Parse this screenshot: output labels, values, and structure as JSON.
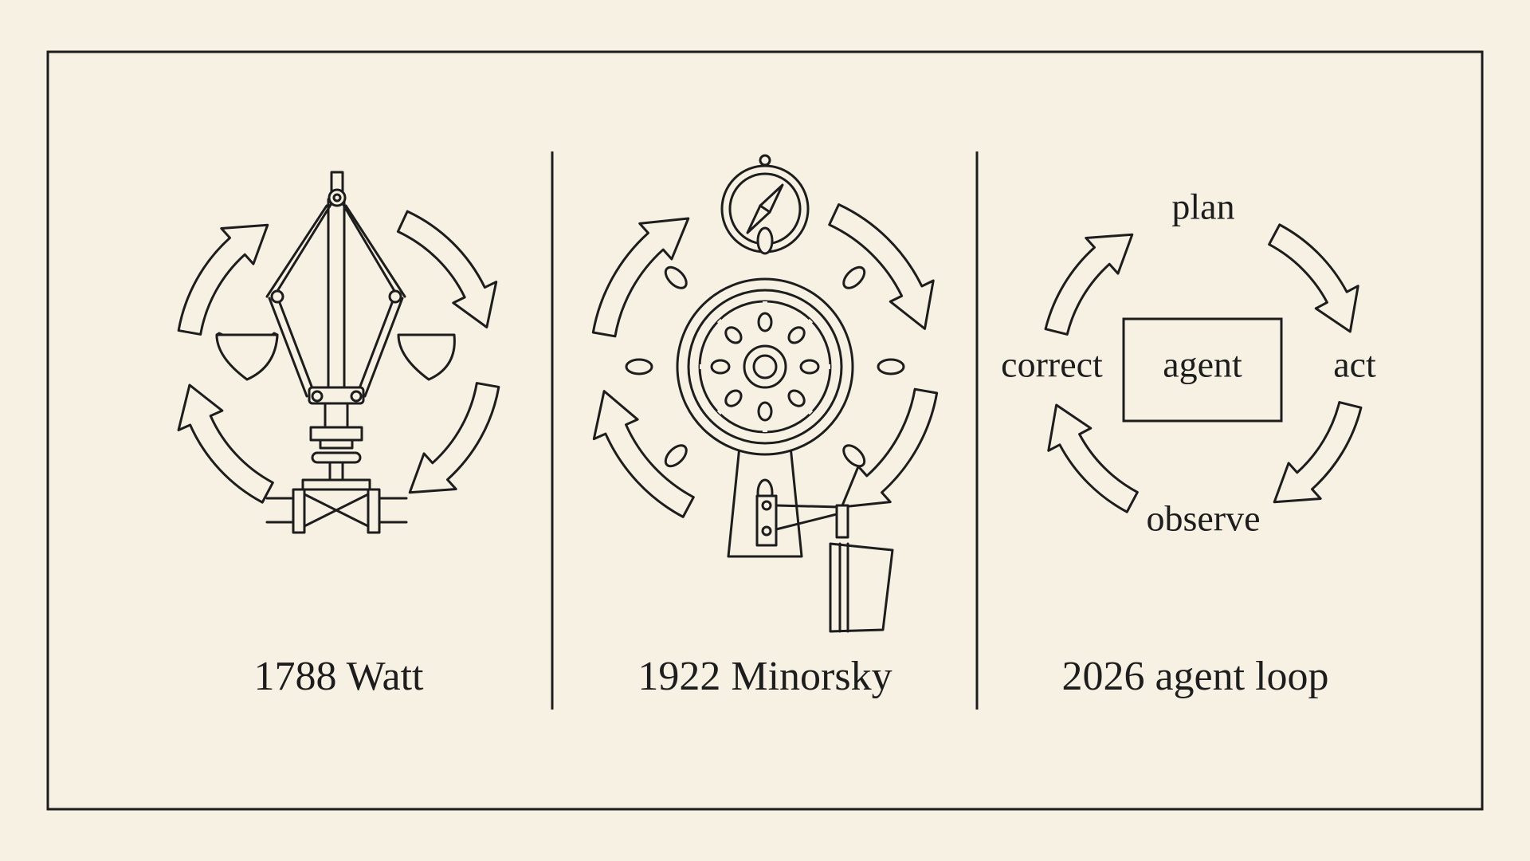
{
  "panels": [
    {
      "caption": "1788 Watt",
      "icon": "centrifugal-governor-icon"
    },
    {
      "caption": "1922 Minorsky",
      "icon": "ship-wheel-icon"
    },
    {
      "caption": "2026 agent loop",
      "icon": "agent-loop-icon"
    }
  ],
  "agent_loop": {
    "center": "agent",
    "top": "plan",
    "right": "act",
    "bottom": "observe",
    "left": "correct"
  },
  "colors": {
    "background": "#f7f1e3",
    "ink": "#1d1d1d"
  }
}
